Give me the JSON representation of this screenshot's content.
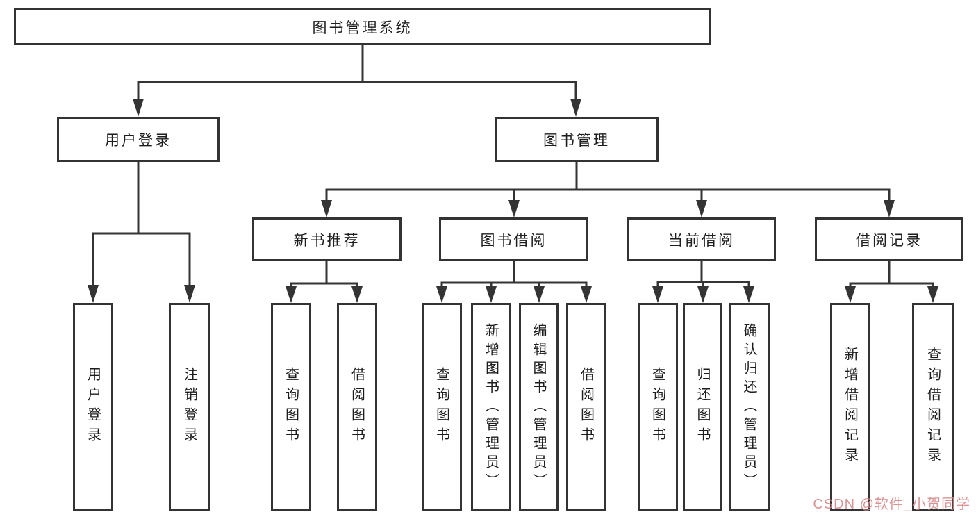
{
  "tree": {
    "root": {
      "label": "图书管理系统"
    },
    "branches": [
      {
        "label": "用户登录",
        "children": [
          {
            "label": "用户登录"
          },
          {
            "label": "注销登录"
          }
        ]
      },
      {
        "label": "图书管理",
        "children": [
          {
            "label": "新书推荐",
            "children": [
              {
                "label": "查询图书"
              },
              {
                "label": "借阅图书"
              }
            ]
          },
          {
            "label": "图书借阅",
            "children": [
              {
                "label": "查询图书"
              },
              {
                "label": "新增图书（管理员）"
              },
              {
                "label": "编辑图书（管理员）"
              },
              {
                "label": "借阅图书"
              }
            ]
          },
          {
            "label": "当前借阅",
            "children": [
              {
                "label": "查询图书"
              },
              {
                "label": "归还图书"
              },
              {
                "label": "确认归还（管理员）"
              }
            ]
          },
          {
            "label": "借阅记录",
            "children": [
              {
                "label": "新增借阅记录"
              },
              {
                "label": "查询借阅记录"
              }
            ]
          }
        ]
      }
    ]
  },
  "watermark": {
    "text": "CSDN @软件_小贺同学",
    "color": "#d28282"
  },
  "colors": {
    "line": "#343434",
    "border": "#333333",
    "text": "#1d1d1d",
    "background": "#ffffff"
  }
}
